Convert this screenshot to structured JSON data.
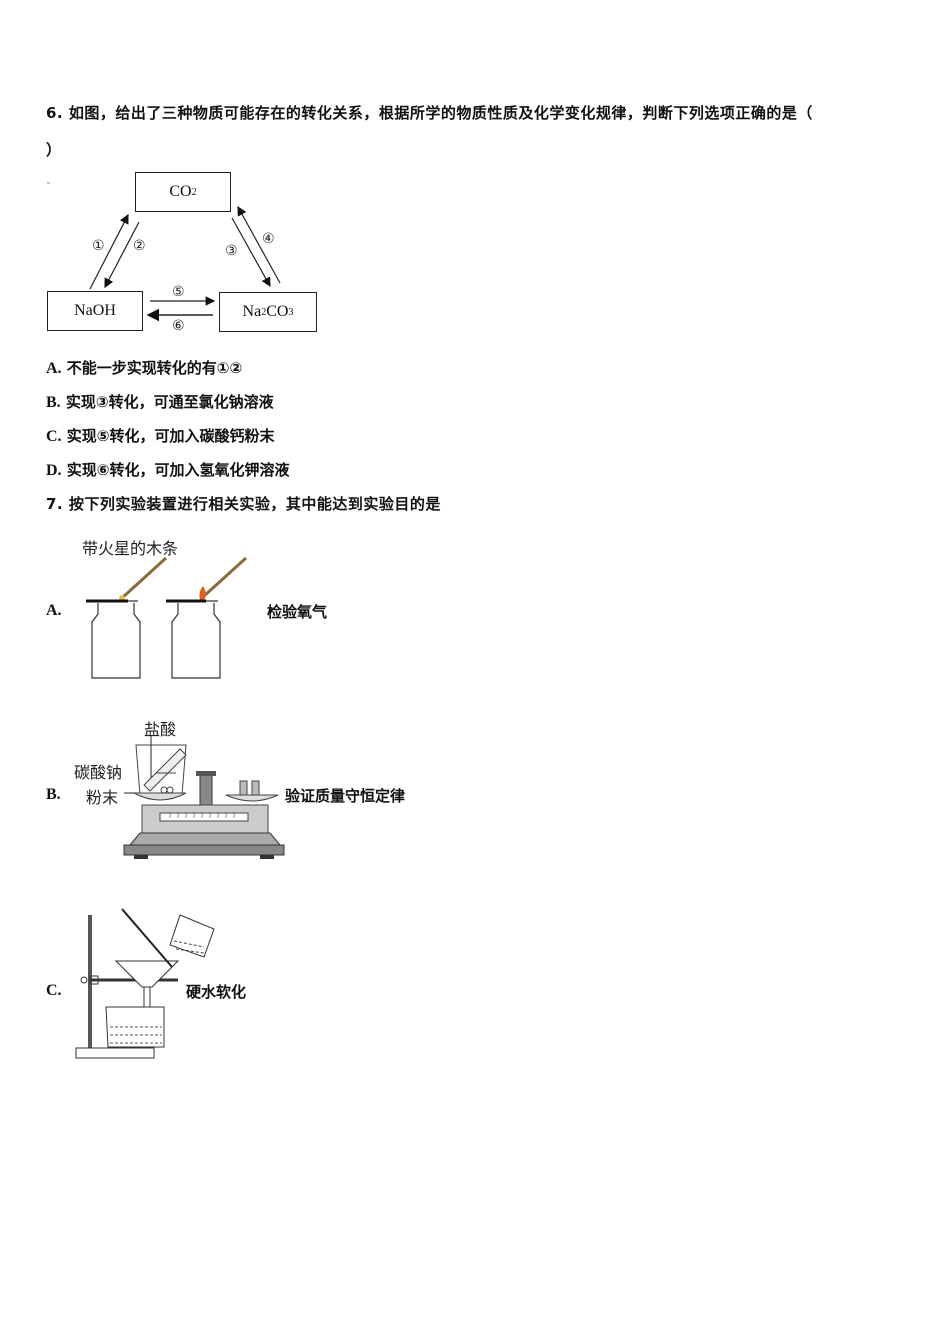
{
  "question6": {
    "number": "6.",
    "stem_line1": "如图，给出了三种物质可能存在的转化关系，根据所学的物质性质及化学变化规律，判断下列选项正确的是（",
    "stem_line2": "）",
    "diagram": {
      "nodes": {
        "top": {
          "text": "CO",
          "sub": "2"
        },
        "left": {
          "text": "NaOH"
        },
        "right": {
          "pre": "Na",
          "sub": "2",
          "post": "CO",
          "sub2": "3"
        }
      },
      "arrows": [
        {
          "id": "1",
          "label": "①",
          "from": "NaOH",
          "to": "CO2"
        },
        {
          "id": "2",
          "label": "②",
          "from": "CO2",
          "to": "NaOH"
        },
        {
          "id": "3",
          "label": "③",
          "from": "CO2",
          "to": "Na2CO3"
        },
        {
          "id": "4",
          "label": "④",
          "from": "Na2CO3",
          "to": "CO2"
        },
        {
          "id": "5",
          "label": "⑤",
          "from": "NaOH",
          "to": "Na2CO3"
        },
        {
          "id": "6",
          "label": "⑥",
          "from": "Na2CO3",
          "to": "NaOH"
        }
      ]
    },
    "options": [
      {
        "letter": "A.",
        "text": "不能一步实现转化的有①②"
      },
      {
        "letter": "B.",
        "text": "实现③转化，可通至氯化钠溶液"
      },
      {
        "letter": "C.",
        "text": "实现⑤转化，可加入碳酸钙粉末"
      },
      {
        "letter": "D.",
        "text": "实现⑥转化，可加入氢氧化钾溶液"
      }
    ]
  },
  "question7": {
    "number": "7.",
    "stem": "按下列实验装置进行相关实验，其中能达到实验目的是",
    "options": [
      {
        "letter": "A.",
        "text": "检验氧气",
        "figure_labels": [
          "带火星的木条"
        ]
      },
      {
        "letter": "B.",
        "text": "验证质量守恒定律",
        "figure_labels": [
          "盐酸",
          "碳酸钠",
          "粉末"
        ]
      },
      {
        "letter": "C.",
        "text": "硬水软化",
        "figure_labels": []
      }
    ]
  }
}
